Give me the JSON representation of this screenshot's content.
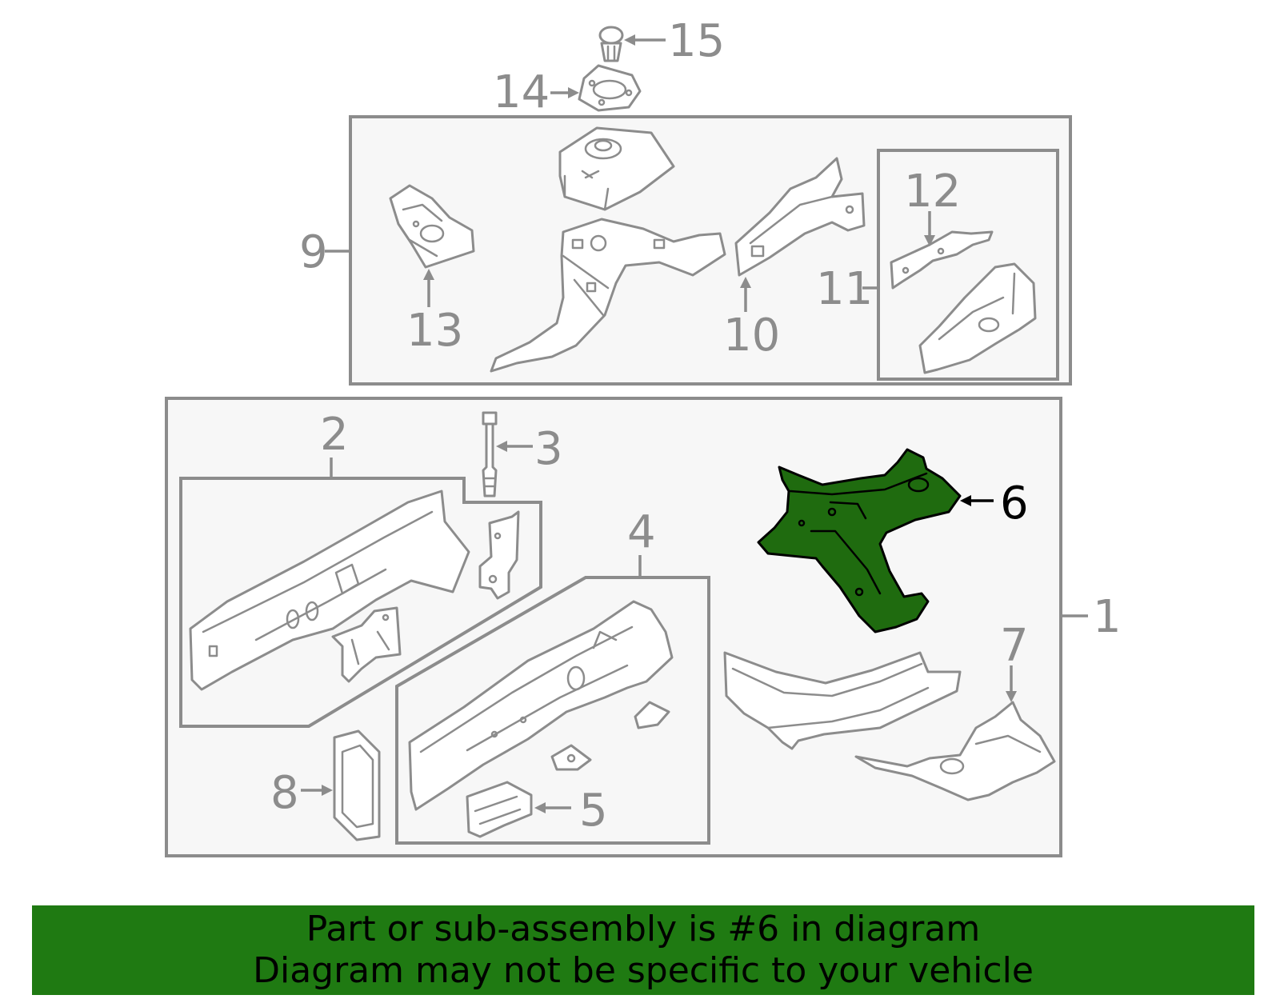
{
  "callouts": {
    "c1": "1",
    "c2": "2",
    "c3": "3",
    "c4": "4",
    "c5": "5",
    "c6": "6",
    "c7": "7",
    "c8": "8",
    "c9": "9",
    "c10": "10",
    "c11": "11",
    "c12": "12",
    "c13": "13",
    "c14": "14",
    "c15": "15"
  },
  "highlighted_part": "6",
  "colors": {
    "highlight_fill": "#1f6b0f",
    "banner_background": "#1f7a12",
    "line": "#8c8c8c"
  },
  "banner": {
    "line1": "Part or sub-assembly is #6 in diagram",
    "line2": "Diagram may not be specific to your vehicle"
  }
}
